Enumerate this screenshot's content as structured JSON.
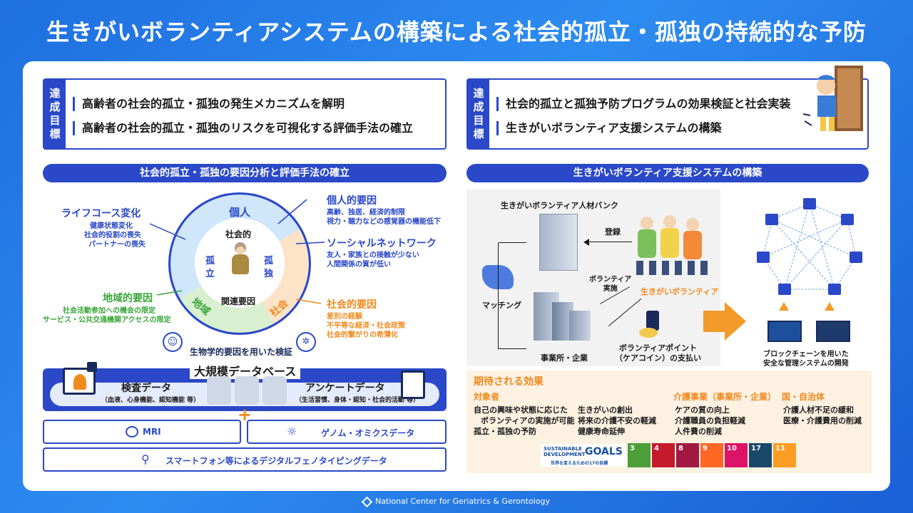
{
  "title": "生きがいボランティアシステムの構築による社会的孤立・孤独の持続的な予防",
  "left": {
    "goal_tag": "達成目標",
    "goals": [
      "高齢者の社会的孤立・孤独の発生メカニズムを解明",
      "高齢者の社会的孤立・孤独のリスクを可視化する評価手法の確立"
    ],
    "section_title": "社会的孤立・孤独の要因分析と評価手法の確立",
    "circle": {
      "top": "個人",
      "left_side": "孤立",
      "right_side": "孤独",
      "center_top": "社会的",
      "center_bottom": "関連要因",
      "bottom_left": "地域",
      "bottom_right": "社会"
    },
    "factors": {
      "lifecourse": {
        "title": "ライフコース変化",
        "lines": [
          "健康状態変化",
          "社会的役割の喪失",
          "パートナーの喪失"
        ]
      },
      "personal": {
        "title": "個人的要因",
        "lines": [
          "高齢、独居、経済的制限",
          "視力・聴力などの感覚器の機能低下"
        ]
      },
      "network": {
        "title": "ソーシャルネットワーク",
        "lines": [
          "友人・家族との接触が少ない",
          "人間関係の質が低い"
        ]
      },
      "regional": {
        "title": "地域的要因",
        "lines": [
          "社会活動参加への機会の限定",
          "サービス・公共交通機関アクセスの限定"
        ]
      },
      "social": {
        "title": "社会的要因",
        "lines": [
          "差別の経験",
          "不平等な経済・社会政策",
          "社会的繋がりの希薄化"
        ]
      }
    },
    "bio_label": "生物学的要因を用いた検証",
    "db_title": "大規模データベース",
    "exam": {
      "title": "検査データ",
      "sub": "（血液、心身機能、認知機能 等）"
    },
    "survey": {
      "title": "アンケートデータ",
      "sub": "（生活習慣、身体・認知・社会的活動 等）"
    },
    "plus": "+",
    "mri": "MRI",
    "genome": "ゲノム・オミクスデータ",
    "smartphone": "スマートフォン等によるデジタルフェノタイピングデータ"
  },
  "right": {
    "goal_tag": "達成目標",
    "goals": [
      "社会的孤立と孤独予防プログラムの効果検証と社会実装",
      "生きがいボランティア支援システムの構築"
    ],
    "section_title": "生きがいボランティア支援システムの構築",
    "bank": "生きがいボランティア人材バンク",
    "register": "登録",
    "matching": "マッチング",
    "volunteer_impl": "ボランティア\n実施",
    "volunteers": "生きがいボランティア",
    "office": "事業所・企業",
    "points": "ボランティアポイント\n（ケアコイン）の支払い",
    "blockchain": "ブロックチェーンを用いた\n安全な管理システムの開発",
    "effects_title": "期待される効果",
    "target": {
      "title": "対象者",
      "col1": [
        "自己の興味や状態に応じた",
        "ボランティアの実施が可能",
        "孤立・孤独の予防"
      ],
      "col2": [
        "生きがいの創出",
        "将来の介護不安の軽減",
        "健康寿命延伸"
      ]
    },
    "care": {
      "title": "介護事業（事業所・企業）",
      "items": [
        "ケアの質の向上",
        "介護職員の負担軽減",
        "人件費の削減"
      ]
    },
    "gov": {
      "title": "国・自治体",
      "items": [
        "介護人材不足の緩和",
        "医療・介護費用の削減"
      ]
    },
    "sdgs_line1": "SUSTAINABLE",
    "sdgs_line2": "DEVELOPMENT",
    "sdgs_goals": "GOALS",
    "sdgs_sub": "世界を変えるための17の目標",
    "sdg_tiles": [
      {
        "num": "3",
        "color": "#4c9f38"
      },
      {
        "num": "4",
        "color": "#c5192d"
      },
      {
        "num": "8",
        "color": "#a21942"
      },
      {
        "num": "9",
        "color": "#fd6925"
      },
      {
        "num": "10",
        "color": "#dd1367"
      },
      {
        "num": "17",
        "color": "#19486a"
      },
      {
        "num": "11",
        "color": "#fd9d24"
      }
    ]
  },
  "footer": "National Center for Geriatrics & Gerontology",
  "colors": {
    "primary": "#2a48c8",
    "green": "#3aa63a",
    "orange": "#f08a1e",
    "light_blue": "#cfe6fb"
  }
}
